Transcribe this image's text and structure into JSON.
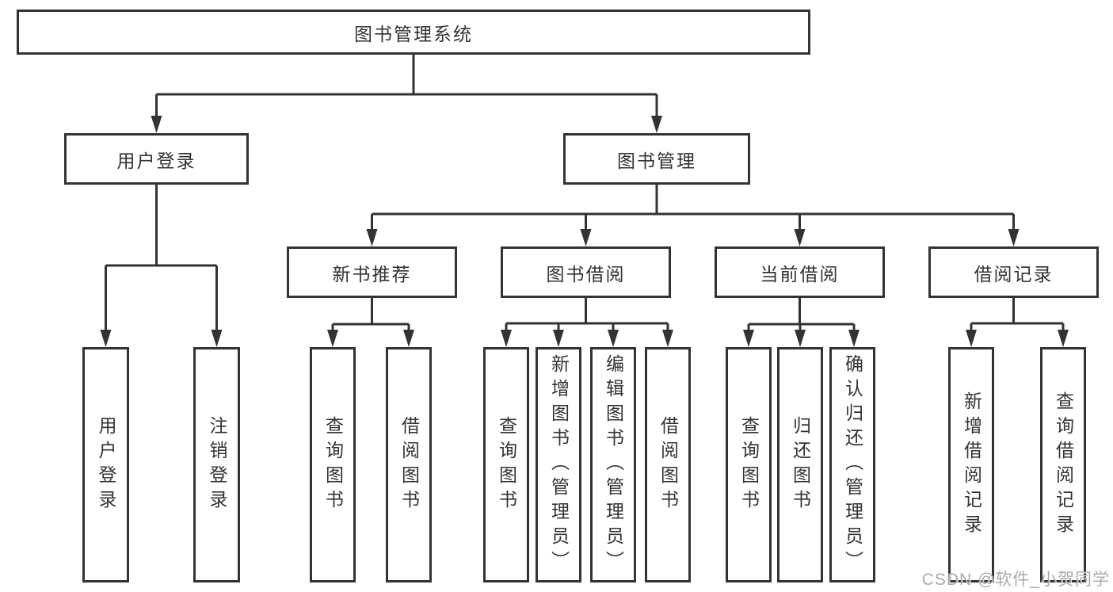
{
  "page": {
    "watermark": "CSDN @软件_小贺同学",
    "colors": {
      "line": "#333333",
      "box_border": "#333333",
      "box_fill": "#ffffff",
      "text": "#333333",
      "watermark": "#a2a7ad"
    }
  },
  "tree": {
    "label": "图书管理系统",
    "children": [
      {
        "label": "用户登录",
        "children": [
          {
            "label": "用户登录"
          },
          {
            "label": "注销登录"
          }
        ]
      },
      {
        "label": "图书管理",
        "children": [
          {
            "label": "新书推荐",
            "children": [
              {
                "label": "查询图书"
              },
              {
                "label": "借阅图书"
              }
            ]
          },
          {
            "label": "图书借阅",
            "children": [
              {
                "label": "查询图书"
              },
              {
                "label": "新增图书（管理员）"
              },
              {
                "label": "编辑图书（管理员）"
              },
              {
                "label": "借阅图书"
              }
            ]
          },
          {
            "label": "当前借阅",
            "children": [
              {
                "label": "查询图书"
              },
              {
                "label": "归还图书"
              },
              {
                "label": "确认归还（管理员）"
              }
            ]
          },
          {
            "label": "借阅记录",
            "children": [
              {
                "label": "新增借阅记录"
              },
              {
                "label": "查询借阅记录"
              }
            ]
          }
        ]
      }
    ]
  }
}
